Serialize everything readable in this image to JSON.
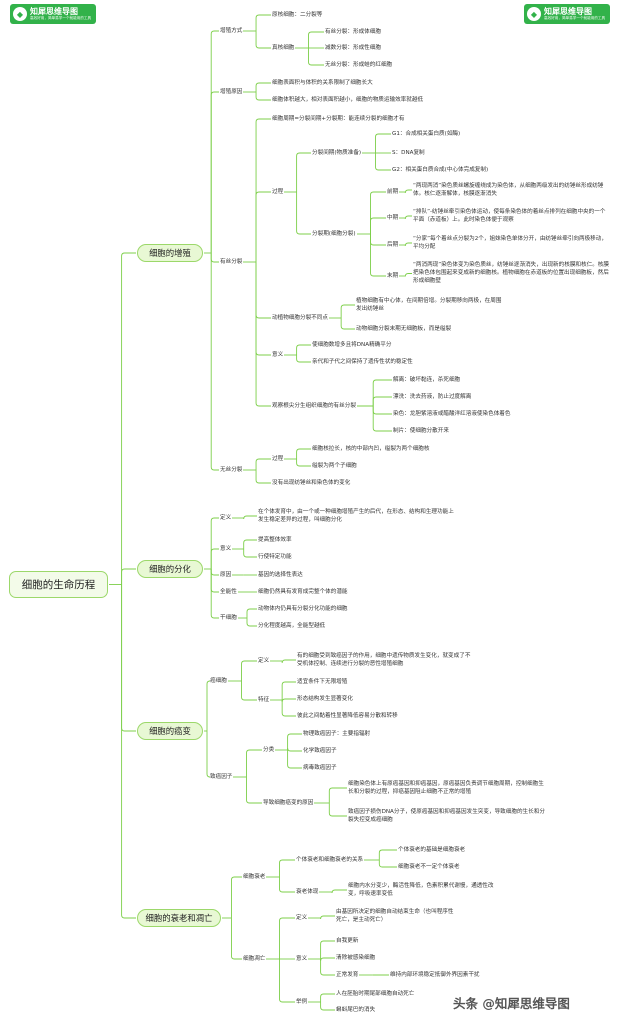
{
  "brand": {
    "name": "知犀思维导图",
    "slogan": "高效好用，简单易学一个就能用的工具",
    "icon": "rhino-logo-icon"
  },
  "watermark": "头条 @知犀思维导图",
  "root": "细胞的生命历程",
  "b1": {
    "label": "细胞的增殖",
    "way": {
      "label": "增殖方式",
      "a": "原核细胞：二分裂等",
      "b": "真核细胞",
      "b1": "有丝分裂：形成体细胞",
      "b2": "减数分裂：形成性细胞",
      "b3": "无丝分裂：形成蛙的红细胞"
    },
    "reason": {
      "label": "增殖原因",
      "a": "细胞表面积与体积的关系限制了细胞长大",
      "b": "细胞体积越大，相对表面积越小，细胞的物质运输效率就越低"
    },
    "mitosis": {
      "label": "有丝分裂",
      "cycle": "细胞周期=分裂间期+分裂期：能连续分裂的细胞才有",
      "process": "过程",
      "inter": "分裂间期(物质准备)",
      "g1": "G1：合成相关蛋白质(如酶)",
      "s": "S：DNA复制",
      "g2": "G2：相关蛋白质合成(中心体完成复制)",
      "phase": "分裂期(细胞分裂)",
      "pro": "前期",
      "pro_d": "“两现两消”染色质丝螺旋缠绕成为染色体，从细胞两级发出的纺锤丝形成纺锤体。核仁逐渐解体，核膜逐渐消失",
      "meta": "中期",
      "meta_d": "“排队”-纺锤丝牵引染色体运动，使每条染色体的着丝点排列在细胞中央的一个平面（赤道板）上。此时染色体便于观察",
      "ana": "后期",
      "ana_d": "“分家”每个着丝点分裂为2个，姐妹染色单体分开，由纺锤丝牵引向两极移动，平均分配",
      "telo": "末期",
      "telo_d": "“两消两现”染色体变为染色质丝，纺锤丝逐渐消失，出现新的核膜和核仁。核膜把染色体包围起来变成新的细胞核。植物细胞在赤道板的位置出现细胞板，然后形成细胞壁",
      "diff": "动植物细胞分裂不同点",
      "diff_a": "植物细胞有中心体，在间期倍增。分裂期移向两极，在周围发出纺锤丝",
      "diff_b": "动物细胞分裂末期无细胞板，而是缢裂",
      "meaning": "意义",
      "mean_a": "使细胞数增多且将DNA精确平分",
      "mean_b": "亲代和子代之间保持了遗传性状的稳定性",
      "obs": "观察根尖分生组织细胞的有丝分裂",
      "obs_a": "解离：破坏黏连，杀死细胞",
      "obs_b": "漂洗：洗去药液，防止过度解离",
      "obs_c": "染色：龙胆紫溶液或醋酸洋红溶液使染色体着色",
      "obs_d": "制片：使细胞分散开来"
    },
    "amitosis": {
      "label": "无丝分裂",
      "process": "过程",
      "p_a": "细胞核拉长，核的中部内凹，缢裂为两个细胞核",
      "p_b": "缢裂为两个子细胞",
      "c": "没有出现纺锤丝和染色体的变化"
    }
  },
  "b2": {
    "label": "细胞的分化",
    "def": "定义",
    "def_t": "在个体发育中，由一个或一种细胞增殖产生的后代，在形态、结构和生理功能上发生稳定差异的过程，叫细胞分化",
    "mean": "意义",
    "mean_a": "提高整体效率",
    "mean_b": "行使特定功能",
    "cause": "原因",
    "cause_t": "基因的选择性表达",
    "pot": "全能性",
    "pot_t": "细胞仍然具有发育成完整个体的潜能",
    "stem": "干细胞",
    "stem_a": "动物体内仍具有分裂分化功能的细胞",
    "stem_b": "分化程度越高，全能型越低"
  },
  "b3": {
    "label": "细胞的癌变",
    "cell": "癌细胞",
    "def": "定义",
    "def_t": "有的细胞受到致癌因子的作用，细胞中遗传物质发生变化，就变成了不受机体控制、连续进行分裂的恶性增殖细胞",
    "feat": "特征",
    "feat_a": "适宜条件下无限增殖",
    "feat_b": "形态结构发生显著变化",
    "feat_c": "彼此之间黏着性显著降低容易分散和转移",
    "factor": "致癌因子",
    "cls": "分类",
    "cls_a": "物理致癌因子：主要指辐射",
    "cls_b": "化学致癌因子",
    "cls_c": "病毒致癌因子",
    "why": "导致细胞癌变的原因",
    "why_a": "细胞染色体上有原癌基因和抑癌基因，原癌基因负责调节细胞周期，控制细胞生长和分裂的过程，抑癌基因阻止细胞不正常的增殖",
    "why_b": "致癌因子损伤DNA分子，使原癌基因和抑癌基因发生突变，导致细胞的生长和分裂失控变成癌细胞"
  },
  "b4": {
    "label": "细胞的衰老和凋亡",
    "aging": "细胞衰老",
    "rel": "个体衰老和细胞衰老的关系",
    "rel_a": "个体衰老的基础是细胞衰老",
    "rel_b": "细胞衰老不一定个体衰老",
    "show": "衰老体现",
    "show_t": "细胞内水分变少，酶活性降低，色素积累代谢慢，通透性改变，呼吸速率变低",
    "apop": "细胞凋亡",
    "def": "定义",
    "def_t": "由基因所决定的细胞自动结束生命（也叫程序性死亡，是主动死亡）",
    "mean": "意义",
    "mean_a": "自我更新",
    "mean_b": "清除被感染细胞",
    "mean_c": "正常发育",
    "mean_c2": "维持内部环境稳定抵御外界因素干扰",
    "ex": "举例",
    "ex_a": "人在胚胎时期尾部细胞自动死亡",
    "ex_b": "蝌蚪尾巴的消失"
  },
  "colors": {
    "line": "#7dcf4a",
    "section_fill": "#e8f8d4",
    "section_border": "#9cd86a",
    "brand": "#32b24a"
  }
}
